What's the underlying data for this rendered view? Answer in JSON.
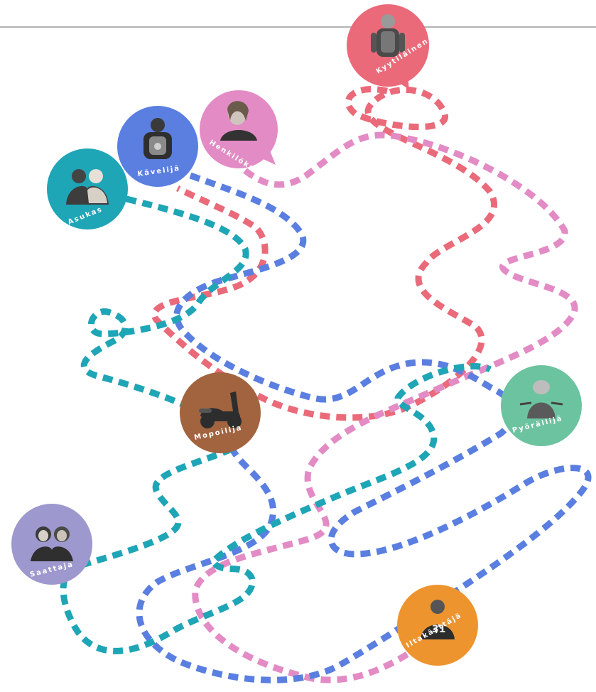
{
  "personas": [
    {
      "id": "kyttilainen",
      "name": "Kyytiläinen",
      "color": "#ea6a7a",
      "icon": "backpack-child-icon"
    },
    {
      "id": "henkilokunta",
      "name": "Henkilökunta",
      "color": "#e38bc4",
      "icon": "woman-portrait-icon"
    },
    {
      "id": "kavelija",
      "name": "Kävelijä",
      "color": "#5a7fe0",
      "icon": "walker-backpack-icon"
    },
    {
      "id": "asukas",
      "name": "Asukas",
      "color": "#1ea5b6",
      "icon": "couple-embrace-icon"
    },
    {
      "id": "mopoilija",
      "name": "Mopoilija",
      "color": "#a2633f",
      "icon": "moped-icon"
    },
    {
      "id": "pyorailija",
      "name": "Pyöräilijä",
      "color": "#6cc3a0",
      "icon": "cyclist-helmet-icon"
    },
    {
      "id": "saattaja",
      "name": "Saattaja",
      "color": "#9d98cd",
      "icon": "two-women-icon"
    },
    {
      "id": "iltakayttaja",
      "name": "Iltakäyttäjä",
      "color": "#ee942e",
      "icon": "football-player-icon"
    }
  ],
  "route_colors": {
    "red": "#ea6a7a",
    "pink": "#e38bc4",
    "blue": "#5a7fe0",
    "teal": "#1ea5b6"
  },
  "header_line_color": "#9a9a9a"
}
